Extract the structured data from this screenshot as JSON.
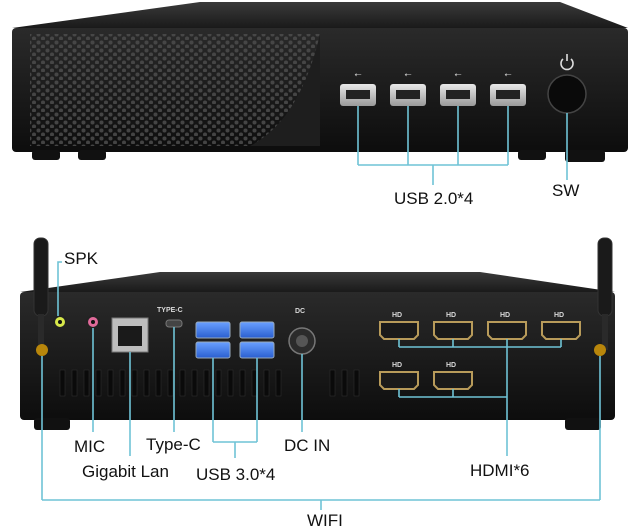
{
  "front_panel": {
    "usb_label": "USB 2.0*4",
    "switch_label": "SW"
  },
  "rear_panel": {
    "speaker_label": "SPK",
    "mic_label": "MIC",
    "lan_label": "Gigabit Lan",
    "typec_label": "Type-C",
    "usb3_label": "USB 3.0*4",
    "dc_label": "DC IN",
    "hdmi_label": "HDMI*6",
    "wifi_label": "WIFI",
    "port_marks": {
      "typec": "TYPE-C",
      "dc": "DC",
      "hd": "HD"
    }
  },
  "colors": {
    "chassis": "#1e1e1e",
    "callout_line": "#6fc3d6",
    "text": "#111111"
  }
}
